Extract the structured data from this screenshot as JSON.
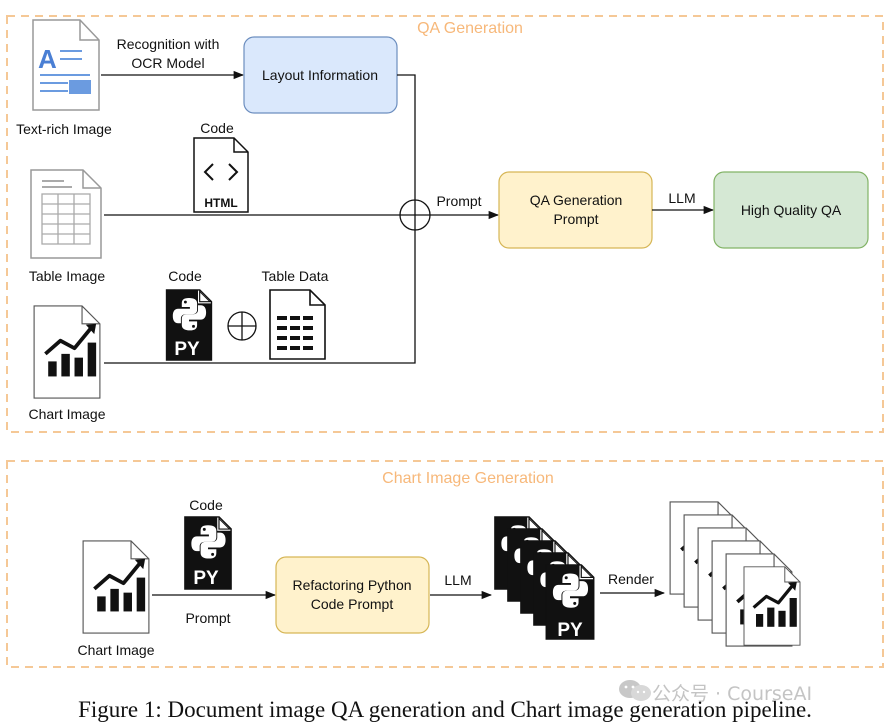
{
  "qa_section": {
    "title": "QA Generation",
    "text_rich_label": "Text-rich Image",
    "ocr_label_line1": "Recognition with",
    "ocr_label_line2": "OCR Model",
    "layout_box": "Layout Information",
    "code_label_top": "Code",
    "html_tag": "HTML",
    "table_image_label": "Table Image",
    "code_label_mid": "Code",
    "py_tag": "PY",
    "table_data_label": "Table Data",
    "chart_image_label": "Chart Image",
    "prompt_label": "Prompt",
    "qa_prompt_line1": "QA Generation",
    "qa_prompt_line2": "Prompt",
    "llm_label": "LLM",
    "high_quality_box": "High Quality QA"
  },
  "chart_section": {
    "title": "Chart Image Generation",
    "code_label": "Code",
    "py_tag": "PY",
    "chart_image_label": "Chart Image",
    "prompt_label": "Prompt",
    "refactor_line1": "Refactoring Python",
    "refactor_line2": "Code Prompt",
    "llm_label": "LLM",
    "render_label": "Render",
    "stack_py_tag": "PY"
  },
  "caption": "Figure 1: Document image QA generation and Chart image generation pipeline.",
  "watermark": {
    "text": "公众号 · CourseAI"
  },
  "colors": {
    "section_border": "#f5c896",
    "section_title": "#f7b87a",
    "layout_fill": "#dae8fc",
    "layout_stroke": "#6c8ebf",
    "prompt_fill": "#fff2cc",
    "prompt_stroke": "#d6b656",
    "hq_fill": "#d5e8d4",
    "hq_stroke": "#82b366"
  }
}
